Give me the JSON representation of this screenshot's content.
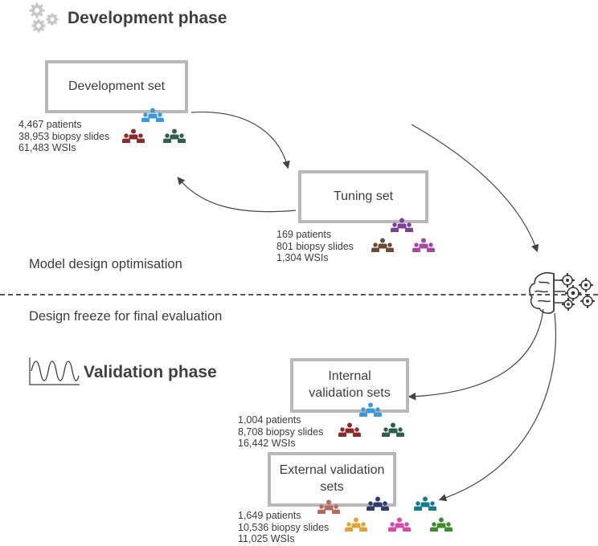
{
  "development_phase": {
    "title": "Development phase",
    "icon": "gears-icon",
    "development_set": {
      "label": "Development set",
      "stats": [
        "4,467 patients",
        "38,953 biopsy slides",
        "61,483 WSIs"
      ],
      "group_colors": [
        "#3a9ad9",
        "#8b2a2a",
        "#2e5e4e"
      ]
    },
    "tuning_set": {
      "label": "Tuning set",
      "stats": [
        "169 patients",
        "801 biopsy slides",
        "1,304 WSIs"
      ],
      "group_colors": [
        "#7b3f9e",
        "#6b4a35",
        "#a24aa0"
      ]
    },
    "optimisation_label": "Model design optimisation"
  },
  "design_freeze_label": "Design freeze for final evaluation",
  "model_icon": "brain-gears-icon",
  "validation_phase": {
    "title": "Validation phase",
    "icon": "sine-wave-icon",
    "internal": {
      "label": "Internal validation sets",
      "stats": [
        "1,004 patients",
        "8,708 biopsy slides",
        "16,442 WSIs"
      ],
      "group_colors": [
        "#3a9ad9",
        "#8b2a2a",
        "#2e5e4e"
      ]
    },
    "external": {
      "label": "External validation sets",
      "stats": [
        "1,649 patients",
        "10,536 biopsy slides",
        "11,025 WSIs"
      ],
      "group_colors": [
        "#b56a5e",
        "#2e3b6e",
        "#167a8e",
        "#e0a33a",
        "#d64aa8",
        "#3d8a2f"
      ]
    }
  }
}
